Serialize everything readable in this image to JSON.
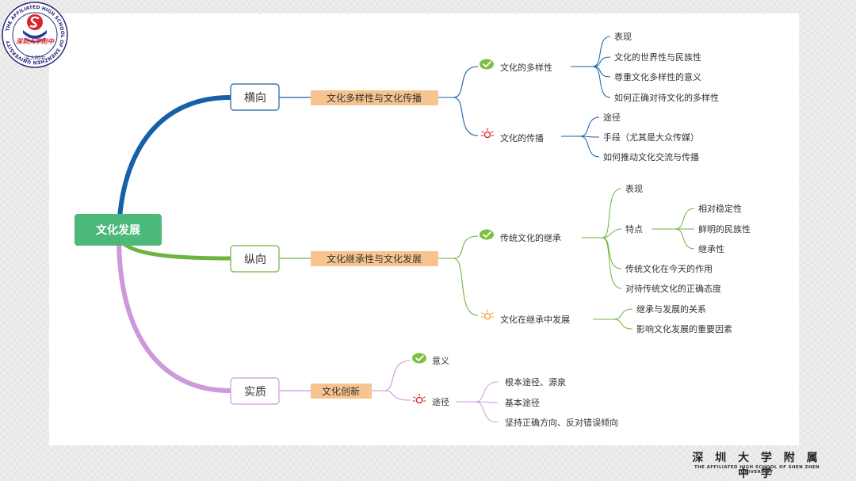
{
  "logo": {
    "ring_text": "THE AFFILIATED HIGH SCHOOL OF SHENZHEN UNIVERSITY",
    "inner_text": "深大附中",
    "center_script": "深圳大学附中",
    "colors": {
      "ring": "#2a2a7a",
      "red": "#d9232d",
      "blue": "#1f3f9a"
    }
  },
  "footer": {
    "school_cn": "深 圳 大 学 附 属 中 学",
    "school_en": "THE AFFILIATED HIGH SCHOOL OF SHEN ZHEN UNIVERSITY"
  },
  "mindmap": {
    "root": {
      "label": "文化发展",
      "color": "#4cb87a"
    },
    "branches": [
      {
        "label": "横向",
        "color": "#1560a8",
        "topic": "文化多样性与文化传播",
        "subs": [
          {
            "label": "文化的多样性",
            "icon": "check",
            "leaves": [
              "表现",
              "文化的世界性与民族性",
              "尊重文化多样性的意义",
              "如何正确对待文化的多样性"
            ]
          },
          {
            "label": "文化的传播",
            "icon": "bulb-red",
            "leaves": [
              "途径",
              "手段（尤其是大众传媒）",
              "如何推动文化交流与传播"
            ]
          }
        ]
      },
      {
        "label": "纵向",
        "color": "#6fb33f",
        "topic": "文化继承性与文化发展",
        "subs": [
          {
            "label": "传统文化的继承",
            "icon": "check",
            "leaves": [
              {
                "text": "表现"
              },
              {
                "text": "特点",
                "children": [
                  "相对稳定性",
                  "鲜明的民族性",
                  "继承性"
                ]
              },
              {
                "text": "传统文化在今天的作用"
              },
              {
                "text": "对待传统文化的正确态度"
              }
            ]
          },
          {
            "label": "文化在继承中发展",
            "icon": "bulb-orange",
            "leaves": [
              "继承与发展的关系",
              "影响文化发展的重要因素"
            ]
          }
        ]
      },
      {
        "label": "实质",
        "color": "#cc99dd",
        "topic": "文化创新",
        "subs": [
          {
            "label": "意义",
            "icon": "check",
            "leaves": []
          },
          {
            "label": "途径",
            "icon": "bulb-red",
            "leaves": [
              "根本途径、源泉",
              "基本途径",
              "坚持正确方向、反对错误倾向"
            ]
          }
        ]
      }
    ],
    "colors": {
      "topic_bg": "#f7c48f",
      "check": "#7bc143",
      "bulb_red": "#d9232d",
      "bulb_orange": "#f0a030"
    }
  }
}
